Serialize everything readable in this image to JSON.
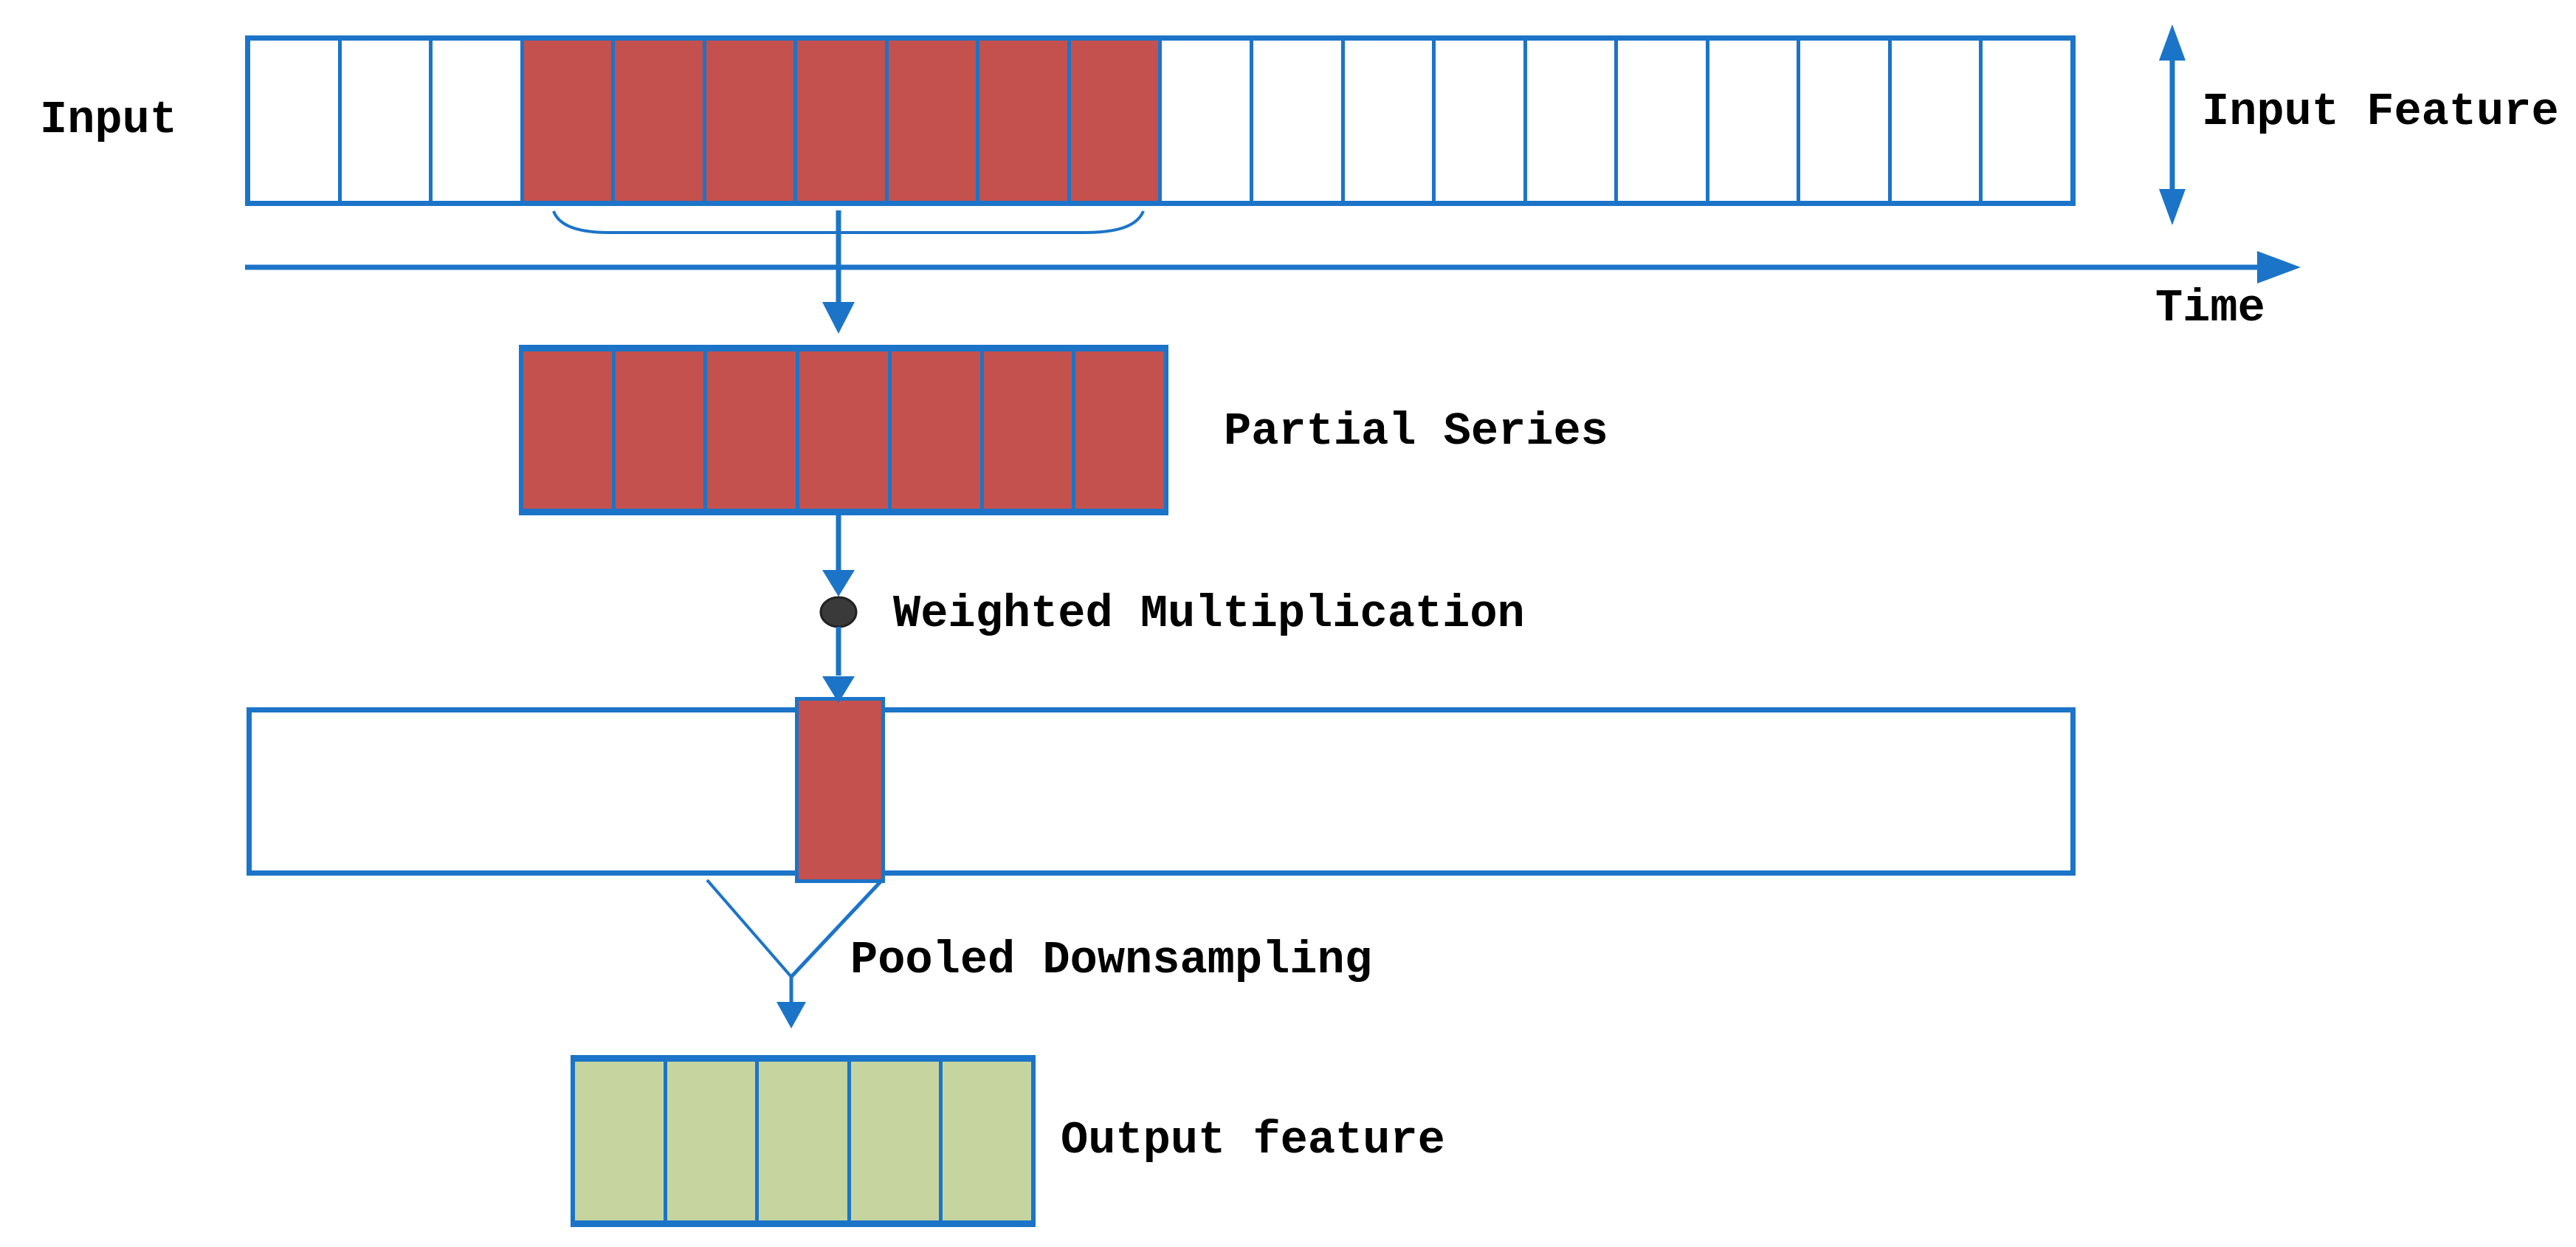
{
  "diagram": {
    "labels": {
      "input": "Input",
      "input_feature": "Input Feature",
      "time": "Time",
      "partial_series": "Partial Series",
      "weighted_multiplication": "Weighted Multiplication",
      "pooled_downsampling": "Pooled Downsampling",
      "output_feature": "Output feature"
    },
    "colors": {
      "line_blue": "#1B74C8",
      "cell_red": "#C4514D",
      "cell_green": "#C6D5A0",
      "dot_gray": "#3A3A3A",
      "text_black": "#000000"
    },
    "rows": {
      "input_row": {
        "count": 20,
        "red_start": 3,
        "red_end": 9
      },
      "partial_series_row": {
        "count": 7,
        "red_start": 0,
        "red_end": 6
      },
      "output_row": {
        "count": 5,
        "green": true
      }
    }
  }
}
